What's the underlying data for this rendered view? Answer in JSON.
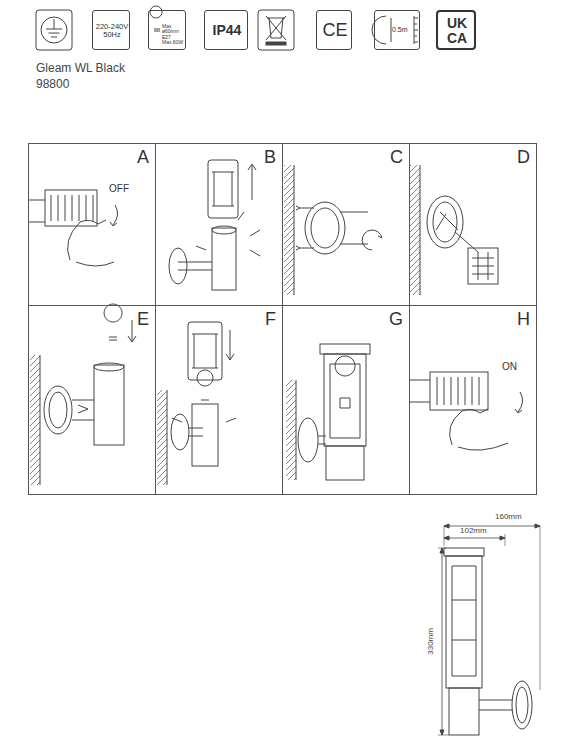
{
  "diagram": {
    "nodes": [
      {
        "text": [
          "220-240V 50Hz"
        ]
      },
      {
        "text": [
          "Max ø60mm E27 Max.60W"
        ]
      },
      {
        "text": [
          "IP44"
        ]
      },
      {
        "text": [
          "CE"
        ]
      },
      {
        "text": [
          "0.5m"
        ]
      },
      {
        "text": [
          "UK CA"
        ]
      },
      {
        "text": [
          "A",
          "OFF"
        ]
      },
      {
        "text": [
          "B"
        ]
      },
      {
        "text": [
          "C"
        ]
      },
      {
        "text": [
          "D"
        ]
      },
      {
        "text": [
          "E"
        ]
      },
      {
        "text": [
          "F"
        ]
      },
      {
        "text": [
          "G"
        ]
      },
      {
        "text": [
          "H",
          "ON"
        ]
      }
    ],
    "labels": [
      "Gleam WL  Black",
      "98800",
      "160mm",
      "102mm",
      "330mm"
    ]
  }
}
